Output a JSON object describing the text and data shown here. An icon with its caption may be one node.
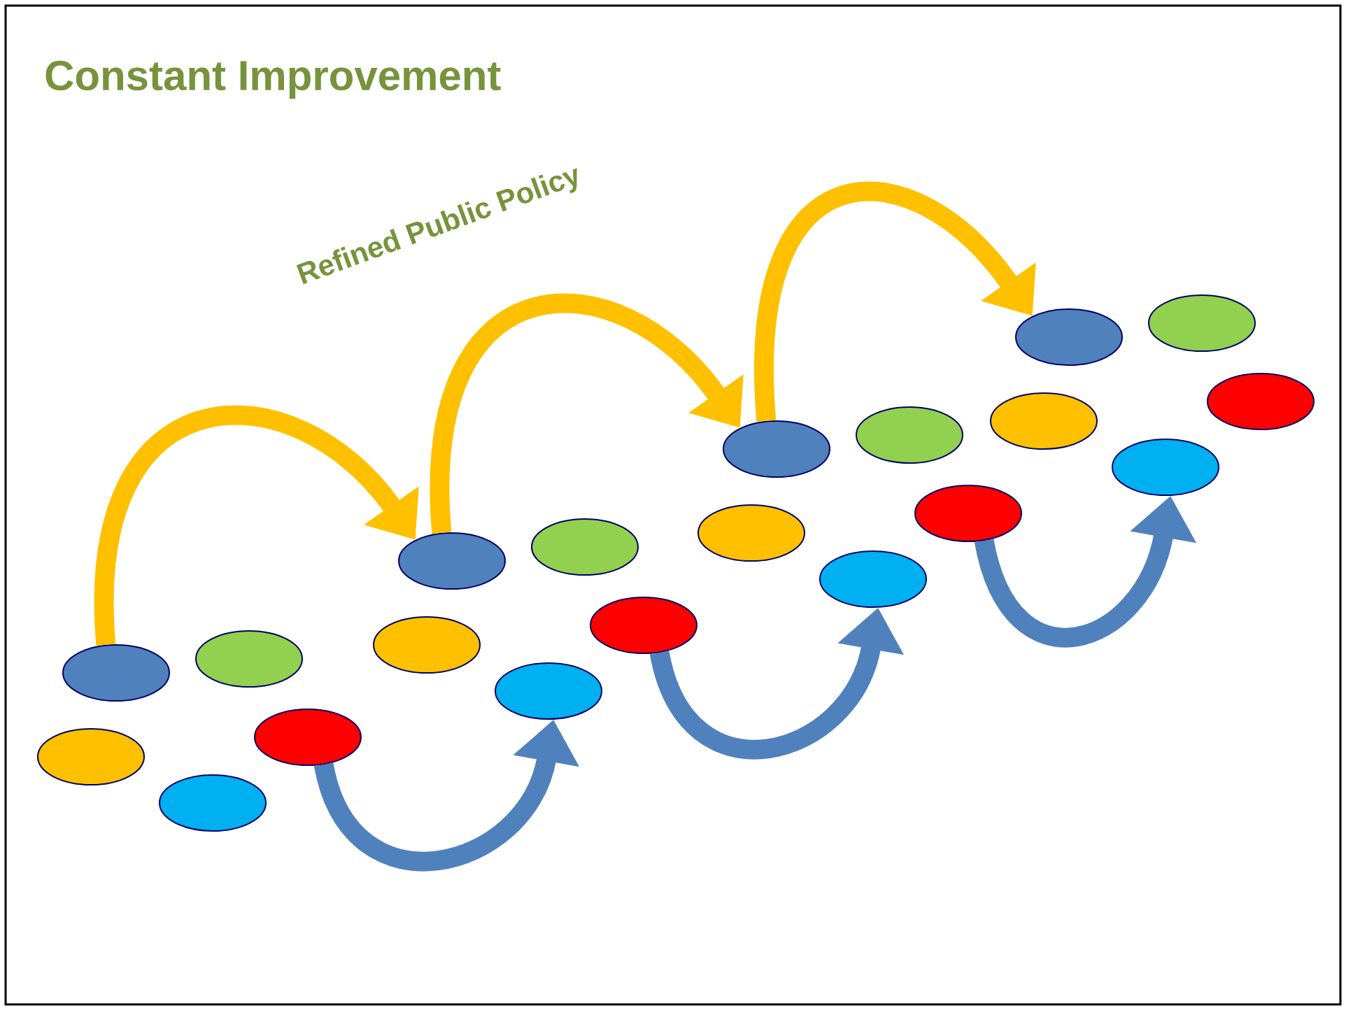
{
  "diagram": {
    "title": "Constant Improvement",
    "nodes": [
      {
        "text": [],
        "shape": "ellipse"
      },
      {
        "text": [],
        "shape": "ellipse"
      },
      {
        "text": [],
        "shape": "ellipse"
      },
      {
        "text": [],
        "shape": "ellipse"
      },
      {
        "text": [],
        "shape": "ellipse"
      },
      {
        "text": [],
        "shape": "ellipse"
      },
      {
        "text": [],
        "shape": "ellipse"
      },
      {
        "text": [],
        "shape": "ellipse"
      },
      {
        "text": [],
        "shape": "ellipse"
      },
      {
        "text": [],
        "shape": "ellipse"
      },
      {
        "text": [],
        "shape": "ellipse"
      },
      {
        "text": [],
        "shape": "ellipse"
      },
      {
        "text": [],
        "shape": "ellipse"
      },
      {
        "text": [],
        "shape": "ellipse"
      },
      {
        "text": [],
        "shape": "ellipse"
      },
      {
        "text": [],
        "shape": "ellipse"
      },
      {
        "text": [],
        "shape": "ellipse"
      },
      {
        "text": [],
        "shape": "ellipse"
      },
      {
        "text": [],
        "shape": "ellipse"
      },
      {
        "text": [],
        "shape": "ellipse"
      }
    ],
    "edges": [
      {
        "from": 0,
        "to": 5,
        "arrow": "to",
        "color": "#ffc000"
      },
      {
        "from": 5,
        "to": 10,
        "arrow": "to",
        "color": "#ffc000"
      },
      {
        "from": 10,
        "to": 15,
        "arrow": "to",
        "color": "#ffc000"
      },
      {
        "from": 3,
        "to": 9,
        "arrow": "to",
        "color": "#4f81bd"
      },
      {
        "from": 8,
        "to": 14,
        "arrow": "to",
        "color": "#4f81bd"
      },
      {
        "from": 13,
        "to": 19,
        "arrow": "to",
        "color": "#4f81bd"
      }
    ],
    "labels": [
      "Refined Public Policy"
    ]
  }
}
